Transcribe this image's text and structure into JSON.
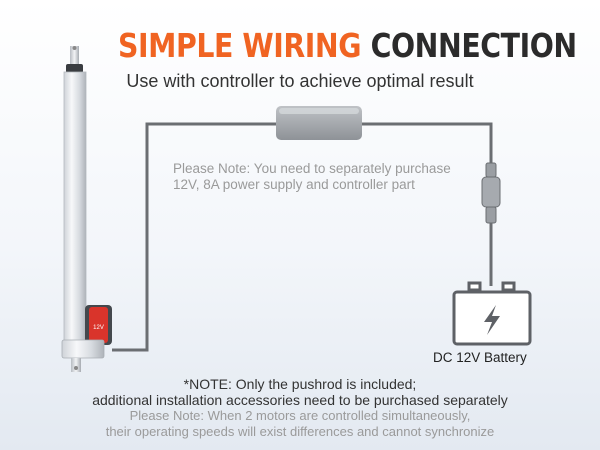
{
  "title": {
    "accent": "SIMPLE WIRING",
    "rest": "CONNECTION"
  },
  "subtitle": "Use with controller to achieve optimal result",
  "note_mid": {
    "line1": "Please Note: You need to separately purchase",
    "line2": "12V, 8A power supply and controller part"
  },
  "actuator_label": "12V",
  "battery": {
    "label": "DC 12V Battery"
  },
  "bottom_note": {
    "line1": "*NOTE: Only the pushrod is included;",
    "line2": "additional installation accessories need to be purchased separately",
    "line3": "Please Note: When 2 motors are controlled simultaneously,",
    "line4": "their operating speeds will exist differences and cannot synchronize"
  },
  "colors": {
    "accent": "#f06422",
    "wire": "#6b6e72",
    "text_dark": "#2b2b2b"
  }
}
